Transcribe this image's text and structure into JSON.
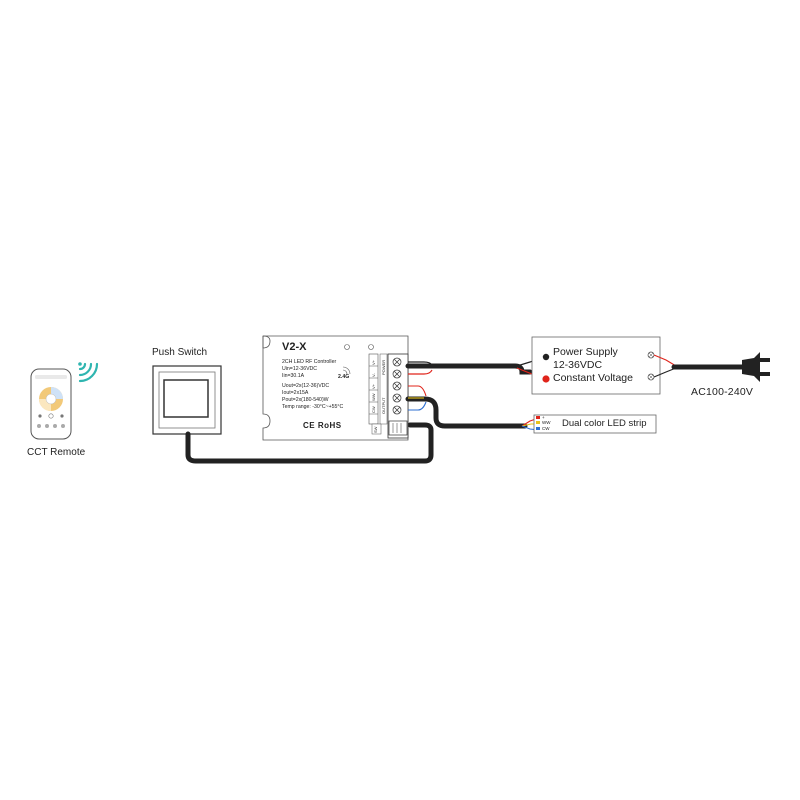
{
  "remote": {
    "label": "CCT Remote"
  },
  "push_switch": {
    "label": "Push Switch"
  },
  "controller": {
    "model": "V2-X",
    "subtitle": "2CH LED RF Controller",
    "specs_a": [
      "Uin=12-36VDC",
      "Iin=30.1A"
    ],
    "rf_band": "2.4G",
    "specs_b": [
      "Uout=2x(12-36)VDC",
      "Iout=2x15A",
      "Pout=2x(180-540)W",
      "Temp range: -30°C~+55°C"
    ],
    "cert": "CE RoHS",
    "terminal_labels": [
      "V+",
      "V-",
      "V+",
      "WW",
      "CW",
      "SW"
    ],
    "section_labels": [
      "POWER",
      "OUTPUT"
    ]
  },
  "power_supply": {
    "lines": [
      "Power Supply",
      "12-36VDC",
      "Constant Voltage"
    ]
  },
  "ac_input": {
    "label": "AC100-240V"
  },
  "led_strip": {
    "label": "Dual color LED strip",
    "pins": [
      "+",
      "WW",
      "CW"
    ]
  },
  "colors": {
    "wire_black": "#222222",
    "wire_red": "#e0241b",
    "wire_blue": "#2e6fd1",
    "wire_yellow": "#e8c21a",
    "wifi_teal": "#2fb5b0"
  }
}
